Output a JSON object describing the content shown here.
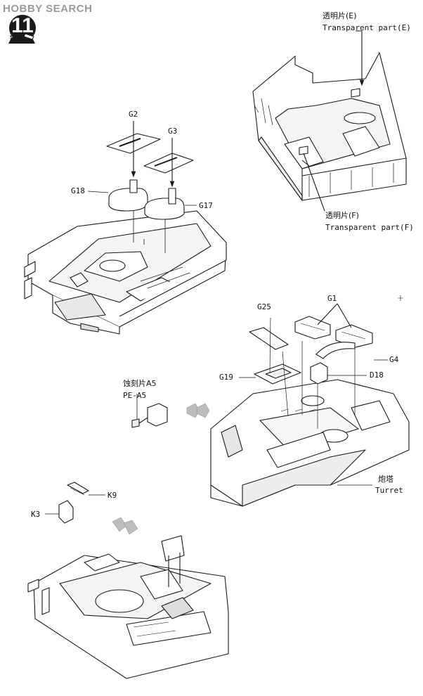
{
  "watermark": {
    "text": "HOBBY SEARCH"
  },
  "step": {
    "number": "11",
    "label": "STEP"
  },
  "labels": {
    "transparent_e_cn": "透明片(E)",
    "transparent_e_en": "Transparent part(E)",
    "transparent_f_cn": "透明片(F)",
    "transparent_f_en": "Transparent part(F)",
    "g2": "G2",
    "g3": "G3",
    "g18": "G18",
    "g17": "G17",
    "g25": "G25",
    "g1": "G1",
    "g4": "G4",
    "d18": "D18",
    "g19": "G19",
    "pe_a5_cn": "蚀刻片A5",
    "pe_a5_en": "PE-A5",
    "k9": "K9",
    "k3": "K3",
    "turret_cn": "炮塔",
    "turret_en": "Turret"
  },
  "colors": {
    "line": "#1a1a1a",
    "fill": "#ffffff",
    "shade": "#d9d9d9",
    "arrow": "#b5b5b5"
  }
}
